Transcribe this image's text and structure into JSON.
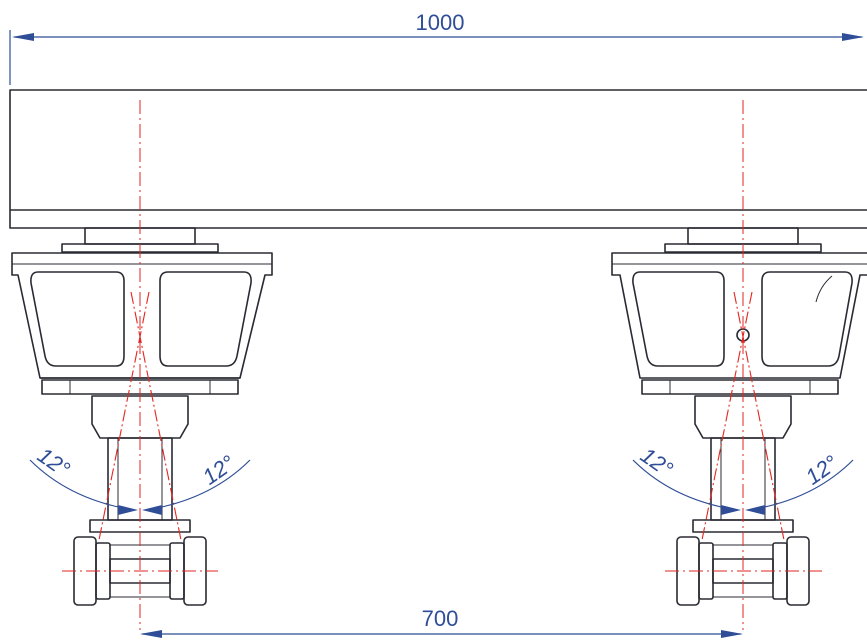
{
  "dimensions": {
    "overall_width": "1000",
    "axle_spacing": "700"
  },
  "angles": {
    "left_unit_left": "12°",
    "left_unit_right": "12°",
    "right_unit_left": "12°",
    "right_unit_right": "12°"
  },
  "colors": {
    "outline": "#2a2a33",
    "centerline": "#e2261f",
    "dimension": "#2f4e97"
  }
}
